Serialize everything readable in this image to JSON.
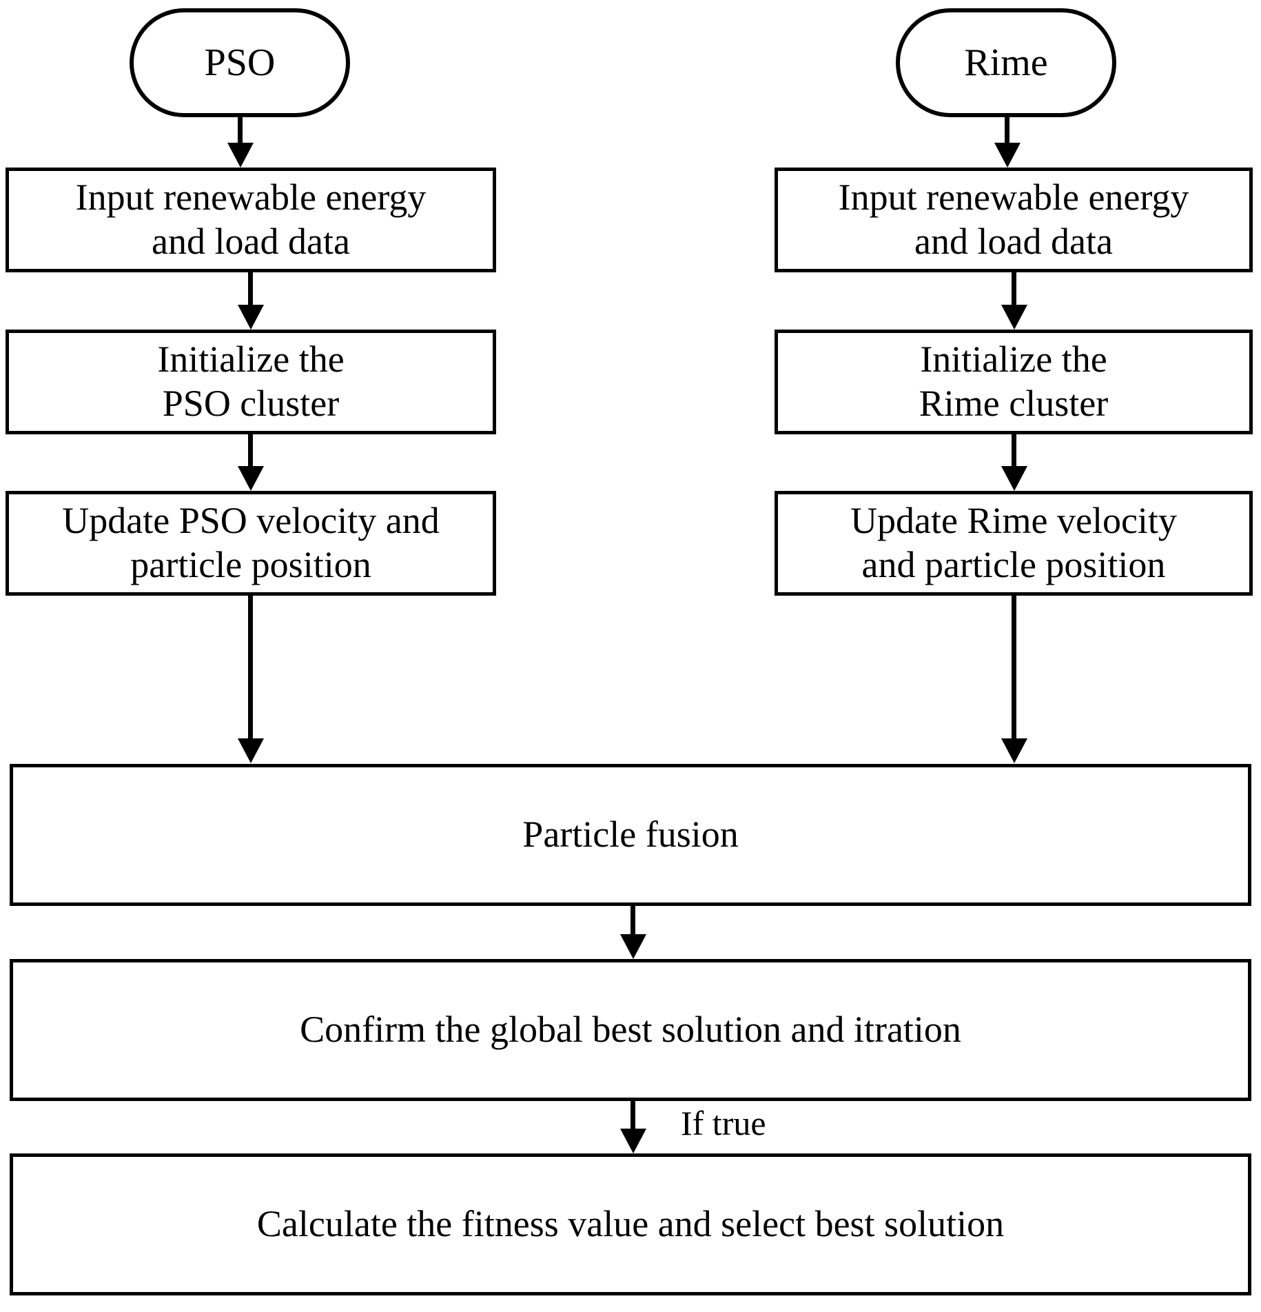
{
  "diagram": {
    "title": "Hybrid PSO-Rime optimization flowchart",
    "background_color": "#ffffff",
    "stroke_color": "#000000"
  },
  "nodes": {
    "start_pso": {
      "label": "PSO",
      "shape": "terminator"
    },
    "start_rime": {
      "label": "Rime",
      "shape": "terminator"
    },
    "pso_input": {
      "label": "Input renewable energy\nand load data",
      "shape": "process"
    },
    "pso_init": {
      "label": "Initialize the\nPSO cluster",
      "shape": "process"
    },
    "pso_update": {
      "label": "Update PSO velocity and\nparticle position",
      "shape": "process"
    },
    "rime_input": {
      "label": "Input renewable energy\nand load data",
      "shape": "process"
    },
    "rime_init": {
      "label": "Initialize the\nRime cluster",
      "shape": "process"
    },
    "rime_update": {
      "label": "Update Rime velocity\nand particle position",
      "shape": "process"
    },
    "fusion": {
      "label": "Particle fusion",
      "shape": "process"
    },
    "confirm": {
      "label": "Confirm the global best solution and itration",
      "shape": "process"
    },
    "calculate": {
      "label": "Calculate the fitness value and select best solution",
      "shape": "process"
    }
  },
  "edges": {
    "start_pso_to_input": {
      "label": ""
    },
    "pso_input_to_init": {
      "label": ""
    },
    "pso_init_to_update": {
      "label": ""
    },
    "pso_update_to_fusion": {
      "label": ""
    },
    "start_rime_to_input": {
      "label": ""
    },
    "rime_input_to_init": {
      "label": ""
    },
    "rime_init_to_update": {
      "label": ""
    },
    "rime_update_to_fusion": {
      "label": ""
    },
    "fusion_to_confirm": {
      "label": ""
    },
    "confirm_to_calculate": {
      "label": "If true"
    }
  }
}
